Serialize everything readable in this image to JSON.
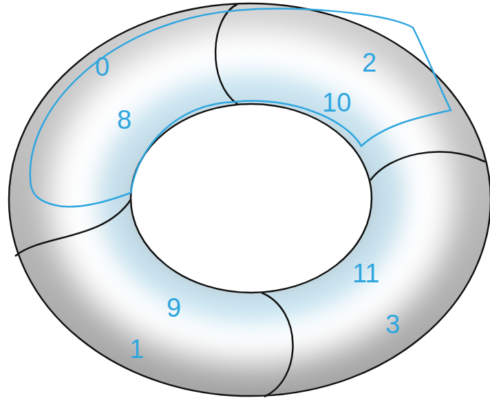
{
  "diagram": {
    "labels": [
      "0",
      "2",
      "10",
      "8",
      "11",
      "9",
      "3",
      "1"
    ]
  }
}
